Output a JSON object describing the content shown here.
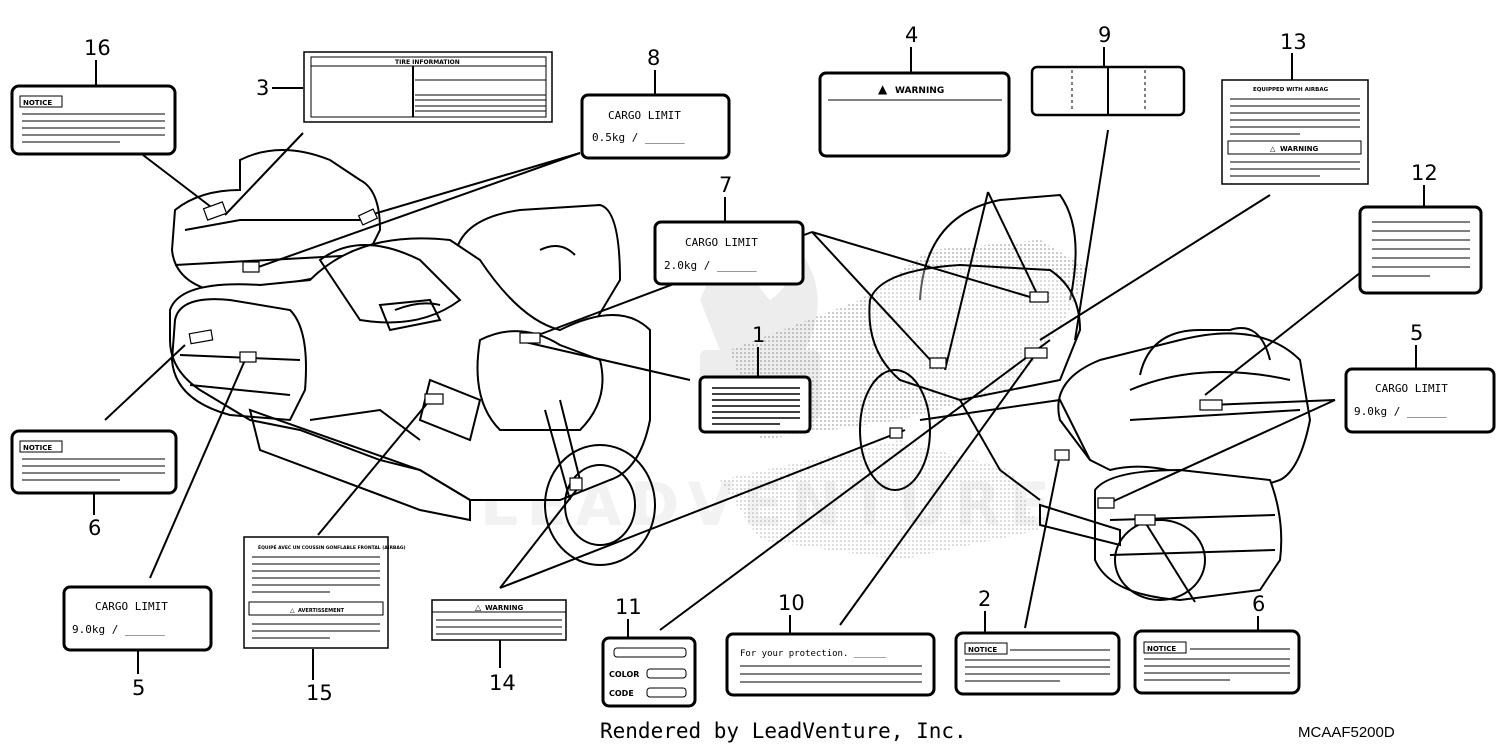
{
  "callouts": {
    "c1": "1",
    "c2": "2",
    "c3": "3",
    "c4": "4",
    "c5a": "5",
    "c5b": "5",
    "c6a": "6",
    "c6b": "6",
    "c7": "7",
    "c8": "8",
    "c9": "9",
    "c10": "10",
    "c11": "11",
    "c12": "12",
    "c13": "13",
    "c14": "14",
    "c15": "15",
    "c16": "16"
  },
  "labels": {
    "notice": "NOTICE",
    "warning": "WARNING",
    "cargo_limit": "CARGO LIMIT",
    "cargo_7": "2.0kg  /  ______",
    "cargo_8": "0.5kg  /  ______",
    "cargo_5": "9.0kg  /  ______",
    "tire_information": "TIRE INFORMATION",
    "equipped_airbag": "EQUIPPED WITH AIRBAG",
    "protection": "For your protection. ______",
    "color": "COLOR",
    "code": "CODE",
    "avertissement": "AVERTISSEMENT",
    "fr_heading": "ÉQUIPÉ AVEC UN COUSSIN GONFLABLE FRONTAL (AIRBAG)"
  },
  "footer": {
    "credit": "Rendered by LeadVenture, Inc.",
    "diagram_code": "MCAAF5200D"
  },
  "colors": {
    "ink": "#000000",
    "paper": "#ffffff",
    "watermark": "#c8c8c8"
  }
}
